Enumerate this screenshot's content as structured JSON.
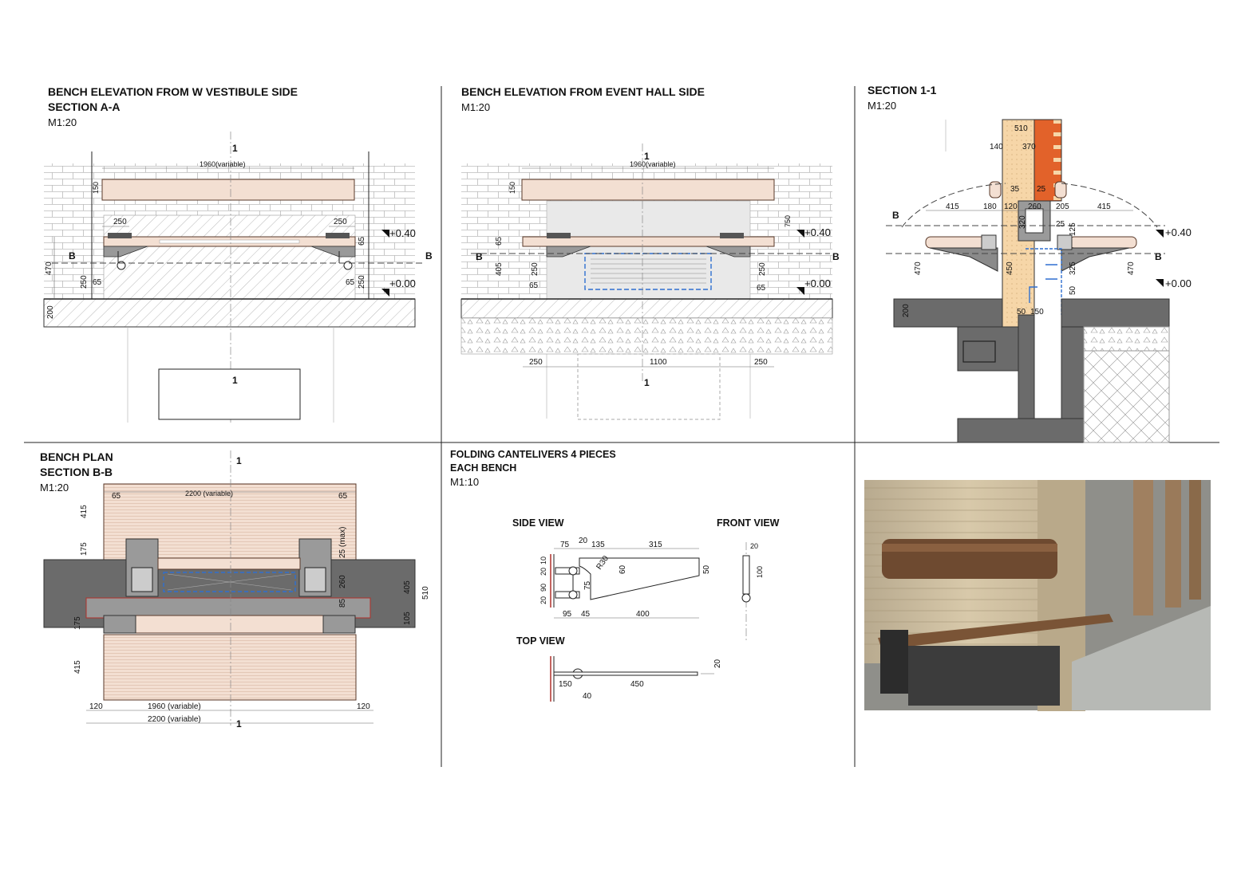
{
  "panels": {
    "elevation_w": {
      "title1": "BENCH ELEVATION FROM W VESTIBULE SIDE",
      "title2": "SECTION A-A",
      "scale": "M1:20",
      "dims": {
        "top_width": "1960(variable)",
        "back_h": "150",
        "left_250": "250",
        "right_250": "250",
        "seat_65": "65",
        "h470": "470",
        "h250_left": "250",
        "h65_left": "65",
        "h65_right": "65",
        "h250_right": "250",
        "floor200": "200"
      },
      "levels": {
        "up": "+0.40",
        "zero": "+0.00"
      },
      "cut_marks": {
        "b_left": "B",
        "b_right": "B",
        "one_top": "1",
        "one_bottom": "1"
      }
    },
    "elevation_hall": {
      "title1": "BENCH ELEVATION FROM EVENT HALL SIDE",
      "scale": "M1:20",
      "dims": {
        "top_width": "1960(variable)",
        "back_h": "150",
        "h65": "65",
        "h405": "405",
        "h65b": "65",
        "h250_l": "250",
        "h250_r": "250",
        "h65_r": "65",
        "h750": "750",
        "bot_250_l": "250",
        "bot_1100": "1100",
        "bot_250_r": "250"
      },
      "levels": {
        "up": "+0.40",
        "zero": "+0.00"
      },
      "cut_marks": {
        "b_left": "B",
        "b_right": "B",
        "one_top": "1",
        "one_bottom": "1"
      }
    },
    "section11": {
      "title1": "SECTION 1-1",
      "scale": "M1:20",
      "dims": {
        "d510": "510",
        "d140": "140",
        "d370": "370",
        "d35": "35",
        "d25a": "25",
        "d415l": "415",
        "d180": "180",
        "d120": "120",
        "d260": "260",
        "d205": "205",
        "d415r": "415",
        "d320": "320",
        "d25b": "25",
        "d125": "125",
        "d470l": "470",
        "d450": "450",
        "d325": "325",
        "d470r": "470",
        "d50a": "50",
        "d50b": "50",
        "d150": "150",
        "d200": "200"
      },
      "levels": {
        "up": "+0.40",
        "zero": "+0.00"
      },
      "cut_marks": {
        "b_left": "B",
        "b_right": "B"
      }
    },
    "plan": {
      "title1": "BENCH PLAN",
      "title2": "SECTION B-B",
      "scale": "M1:20",
      "dims": {
        "top_width": "2200 (variable)",
        "d65l": "65",
        "d65r": "65",
        "d415t": "415",
        "d175t": "175",
        "d25max": "25 (max)",
        "d260": "260",
        "d85": "85",
        "d405": "405",
        "d510": "510",
        "d105": "105",
        "d175b": "175",
        "d415b": "415",
        "d120l": "120",
        "d1960": "1960 (variable)",
        "d120r": "120",
        "d2200": "2200 (variable)"
      },
      "cut_marks": {
        "one_top": "1",
        "one_bottom": "1"
      }
    },
    "cantilevers": {
      "title1": "FOLDING CANTELIVERS 4 PIECES",
      "title2": "EACH BENCH",
      "scale": "M1:10",
      "side_view": "SIDE VIEW",
      "front_view": "FRONT VIEW",
      "top_view": "TOP VIEW",
      "dims": {
        "s75": "75",
        "s20": "20",
        "s135": "135",
        "s315": "315",
        "r30": "R30",
        "s60": "60",
        "s50": "50",
        "s10": "10",
        "s20b": "20",
        "s90": "90",
        "s20c": "20",
        "s75v": "75",
        "s95": "95",
        "s45": "45",
        "s400": "400",
        "f20": "20",
        "f100": "100",
        "t150": "150",
        "t450": "450",
        "t40": "40",
        "t20": "20"
      }
    }
  },
  "colors": {
    "wood": "#f3dfd2",
    "brick": "#e2622a",
    "brick_light": "#f6d6a8",
    "blue_insulation": "#2f6fd0",
    "concrete_dark": "#6b6b6b"
  },
  "photo": {
    "alt": "bench-photo"
  }
}
